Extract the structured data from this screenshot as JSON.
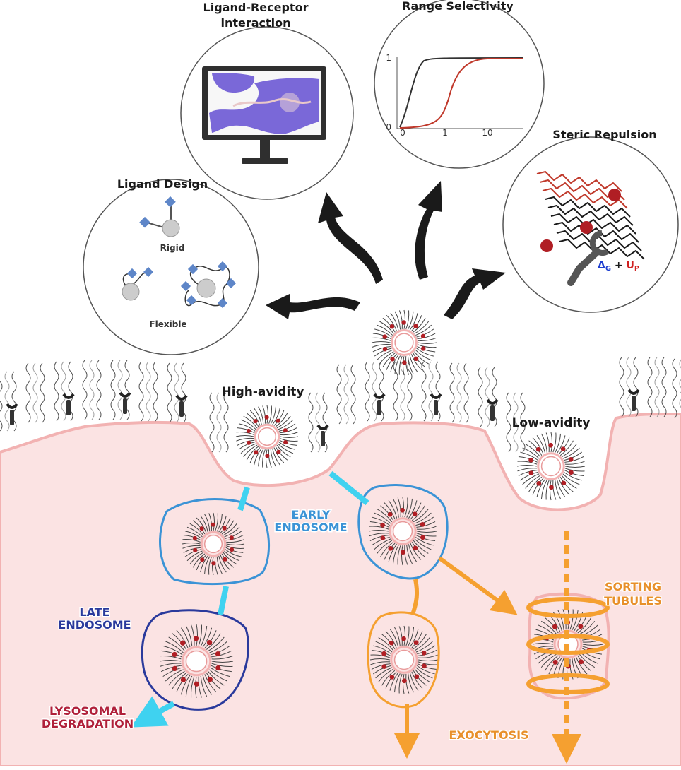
{
  "panels": {
    "ligand_receptor": {
      "title_line1": "Ligand-Receptor",
      "title_line2": "interaction"
    },
    "range_selectivity": {
      "title": "Range Selectivity",
      "y_tick_top": "1",
      "y_tick_bottom": "0",
      "x_ticks": [
        "0",
        "1",
        "10"
      ]
    },
    "steric_repulsion": {
      "title": "Steric Repulsion",
      "formula_delta": "Δ",
      "formula_g": "G",
      "formula_plus": " + ",
      "formula_u": "U",
      "formula_p": "P"
    },
    "ligand_design": {
      "title": "Ligand Design",
      "rigid_label": "Rigid",
      "flexible_label": "Flexible"
    }
  },
  "cell": {
    "high_avidity": "High-avidity",
    "low_avidity": "Low-avidity",
    "early_endosome_line1": "EARLY",
    "early_endosome_line2": "ENDOSOME",
    "late_endosome_line1": "LATE",
    "late_endosome_line2": "ENDOSOME",
    "lysosomal_line1": "LYSOSOMAL",
    "lysosomal_line2": "DEGRADATION",
    "sorting_line1": "SORTING",
    "sorting_line2": "TUBULES",
    "exocytosis": "EXOCYTOSIS"
  },
  "colors": {
    "cytoplasm": "#fbe3e3",
    "membrane": "#f2b2b2",
    "early_endosome": "#3b93d6",
    "late_endosome": "#2a3a9c",
    "lysosome_text": "#b0203a",
    "recycle": "#f5a030",
    "arrow_cyan": "#3fd2f0",
    "protein": "#7a68d8",
    "ligand": "#5e86c8",
    "particle_dot": "#b01e24",
    "curve_black": "#333333",
    "curve_red": "#c0392b"
  }
}
